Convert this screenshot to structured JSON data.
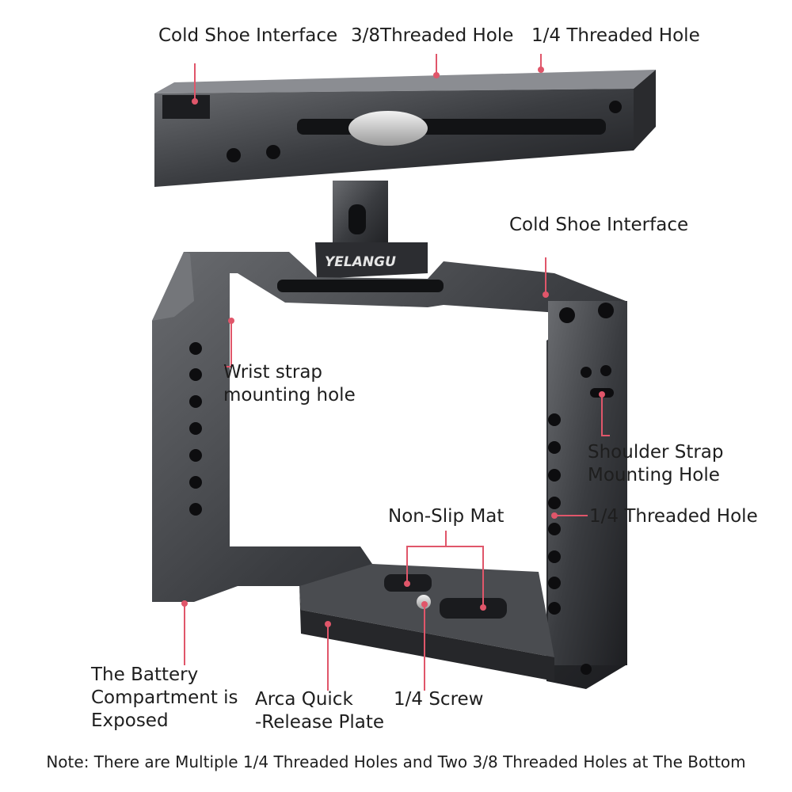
{
  "product": {
    "brand_logo": "YELANGU",
    "accent_color": "#e0566a"
  },
  "callouts": {
    "cold_shoe_top": "Cold Shoe Interface",
    "threaded_38_top": "3/8Threaded Hole",
    "threaded_14_top": "1/4 Threaded Hole",
    "cold_shoe_side": "Cold Shoe Interface",
    "wrist_strap_line1": "Wrist strap",
    "wrist_strap_line2": "mounting hole",
    "shoulder_strap_line1": "Shoulder Strap",
    "shoulder_strap_line2": "Mounting Hole",
    "non_slip_mat": "Non-Slip Mat",
    "threaded_14_side": "1/4 Threaded Hole",
    "battery_line1": "The Battery",
    "battery_line2": "Compartment is",
    "battery_line3": "Exposed",
    "arca_line1": "Arca Quick",
    "arca_line2": "-Release Plate",
    "screw_14": "1/4 Screw"
  },
  "note": "Note: There are Multiple 1/4 Threaded Holes and Two 3/8 Threaded Holes at The Bottom"
}
